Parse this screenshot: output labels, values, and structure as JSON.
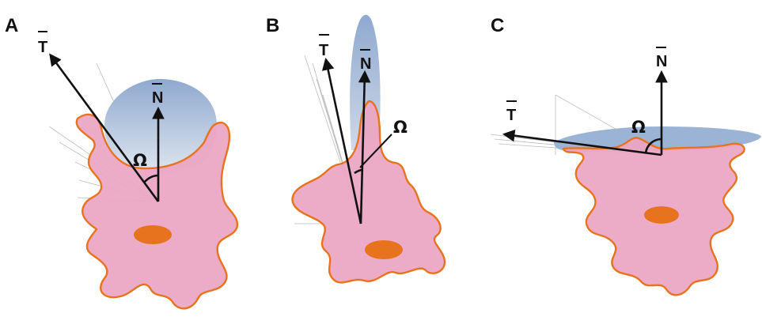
{
  "panels": [
    {
      "label": "A",
      "t_label": "T",
      "n_label": "N",
      "omega_label": "Ω"
    },
    {
      "label": "B",
      "t_label": "T",
      "n_label": "N",
      "omega_label": "Ω"
    },
    {
      "label": "C",
      "t_label": "T",
      "n_label": "N",
      "omega_label": "Ω"
    }
  ],
  "colors": {
    "cell_fill": "#eba7c3",
    "cell_outline": "#e8731e",
    "nucleus": "#e8731e",
    "droplet_top": "#8fa9cf",
    "droplet_bottom": "#d9e2ee",
    "vector": "#111111"
  }
}
